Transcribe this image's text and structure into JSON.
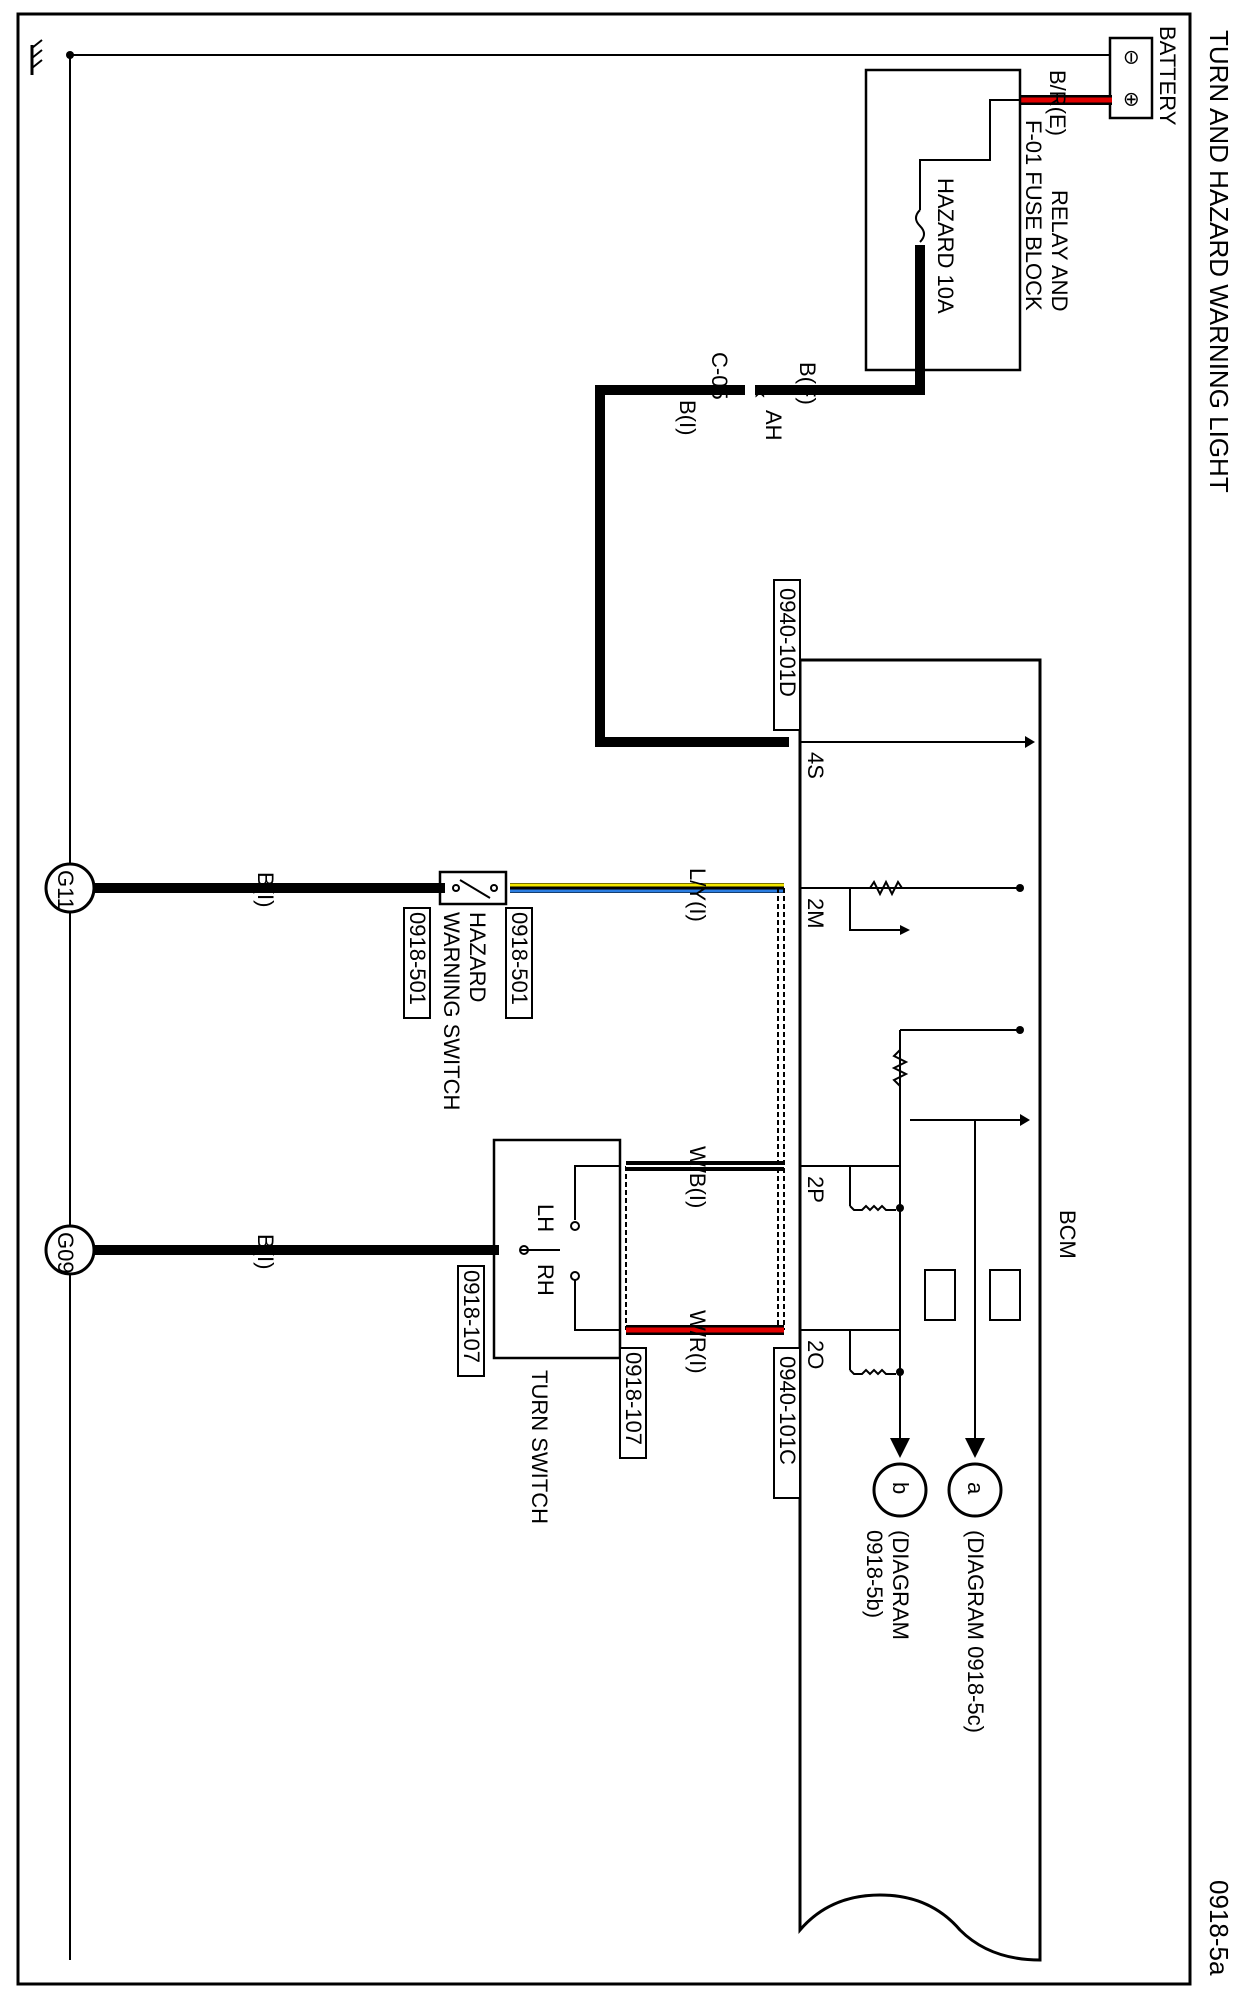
{
  "title": "TURN AND HAZARD WARNING LIGHT",
  "diagram_number": "0918-5a",
  "components": {
    "battery": "BATTERY",
    "battery_neg": "⊖",
    "battery_pos": "⊕",
    "fuse_block_line1": "RELAY AND",
    "fuse_block_line2": "F-01 FUSE BLOCK",
    "fuse": "HAZARD 10A",
    "bcm": "BCM",
    "hazard_switch_line1": "HAZARD",
    "hazard_switch_line2": "WARNING SWITCH",
    "turn_switch": "TURN SWITCH",
    "turn_lh": "LH",
    "turn_rh": "RH"
  },
  "wires": {
    "battery_wire": "B/R(E)",
    "fuse_out": "B(F)",
    "c05_out": "B(I)",
    "hazard_signal": "L/Y(I)",
    "hazard_ground": "B(I)",
    "turn_lh": "W/B(I)",
    "turn_rh": "W/R(I)",
    "turn_ground": "B(I)"
  },
  "connectors": {
    "c05": "C-05",
    "c05_pin": "AH",
    "bcm_d": "0940-101D",
    "bcm_c": "0940-101C",
    "hazard_a": "0918-501",
    "hazard_b": "0918-501",
    "turn_a": "0918-107",
    "turn_b": "0918-107"
  },
  "pins": {
    "p4s": "4S",
    "p2m": "2M",
    "p2p": "2P",
    "p2o": "2O"
  },
  "grounds": {
    "g11": "G11",
    "g09": "G09",
    "ground_symbol": "⏚"
  },
  "references": {
    "a": "a",
    "b": "b",
    "a_note": "(DIAGRAM 0918-5c)",
    "b_note_line1": "(DIAGRAM",
    "b_note_line2": "0918-5b)"
  },
  "colors": {
    "red": "#e00000",
    "blue": "#2a7de1",
    "yellow": "#f2e600",
    "black": "#000000"
  }
}
